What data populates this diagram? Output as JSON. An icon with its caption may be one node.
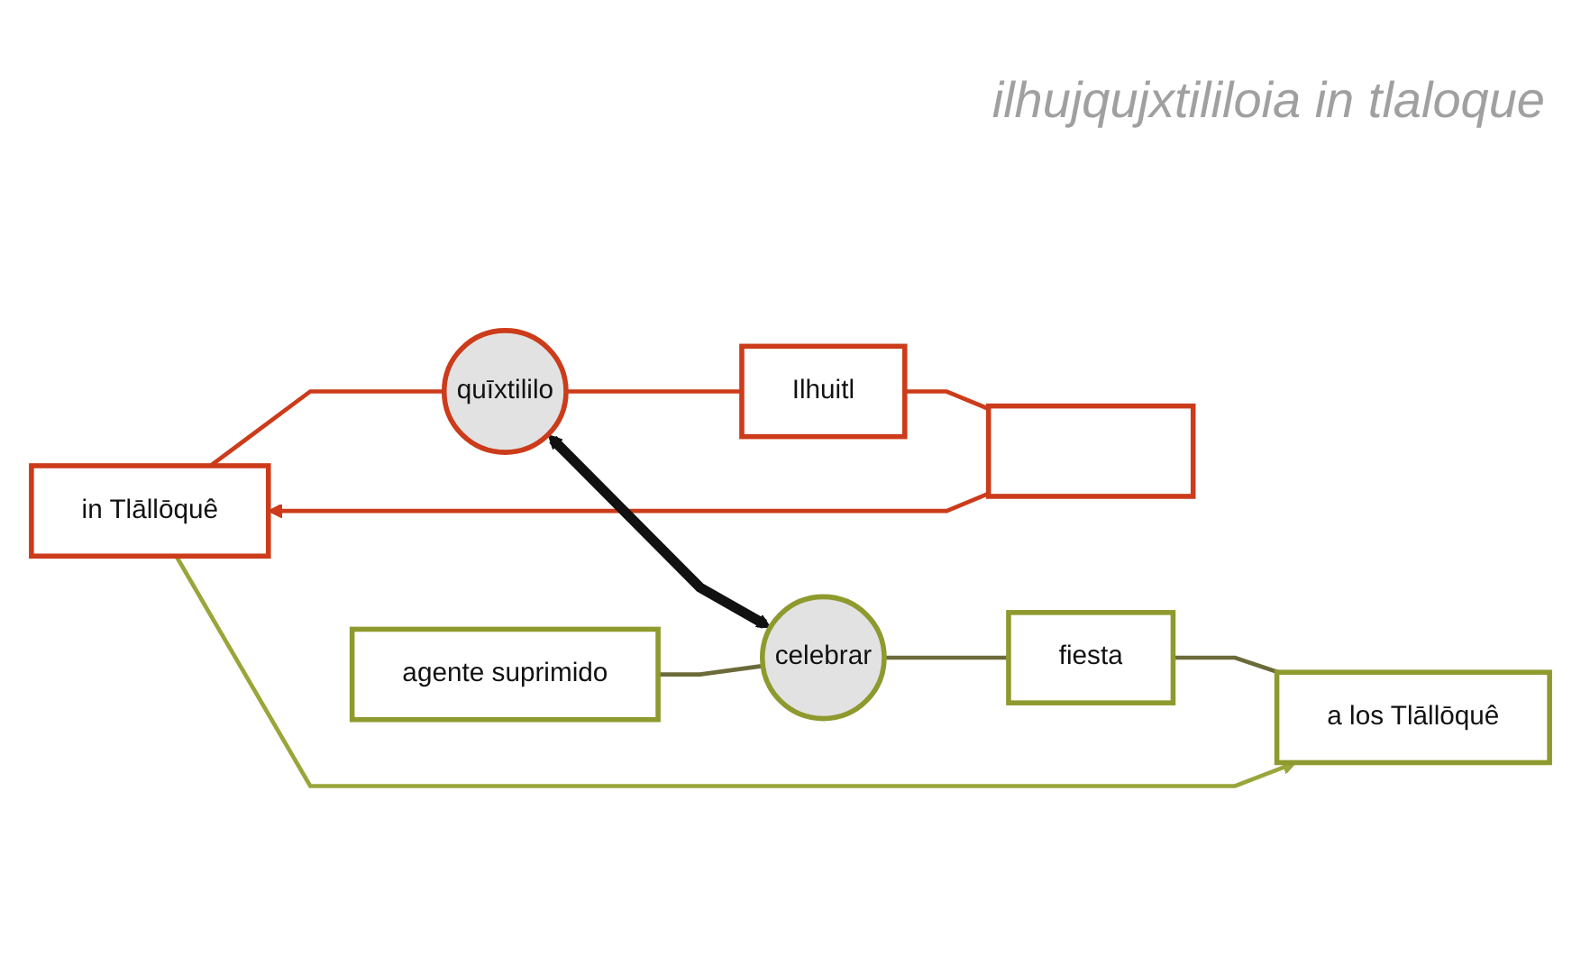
{
  "diagram": {
    "title": "ilhujqujxtililoia in tlaloque",
    "nodes": [
      {
        "text": [
          "in Tlāllōquê"
        ]
      },
      {
        "text": [
          "quīxtililo"
        ]
      },
      {
        "text": [
          "Ilhuitl"
        ]
      },
      {
        "text": [],
        "shape": "box"
      },
      {
        "text": [
          "agente suprimido"
        ]
      },
      {
        "text": [
          "celebrar"
        ]
      },
      {
        "text": [
          "fiesta"
        ]
      },
      {
        "text": [
          "a los Tlāllōquê"
        ]
      }
    ],
    "edges": [
      {
        "from": 0,
        "to": 1,
        "arrow": "none",
        "color": "#cc3b1a"
      },
      {
        "from": 1,
        "to": 2,
        "arrow": "none",
        "color": "#cc3b1a"
      },
      {
        "from": 2,
        "to": 3,
        "arrow": "none",
        "color": "#cc3b1a"
      },
      {
        "from": 3,
        "to": 0,
        "arrow": "to",
        "color": "#cc3b1a"
      },
      {
        "from": 1,
        "to": 5,
        "arrow": "both",
        "style": "thick",
        "color": "#111111"
      },
      {
        "from": 4,
        "to": 5,
        "arrow": "none",
        "color": "#6b6b3a"
      },
      {
        "from": 5,
        "to": 6,
        "arrow": "none",
        "color": "#6b6b3a"
      },
      {
        "from": 6,
        "to": 7,
        "arrow": "none",
        "color": "#6b6b3a"
      },
      {
        "from": 0,
        "to": 7,
        "arrow": "to",
        "color": "#9aa53a"
      }
    ]
  }
}
